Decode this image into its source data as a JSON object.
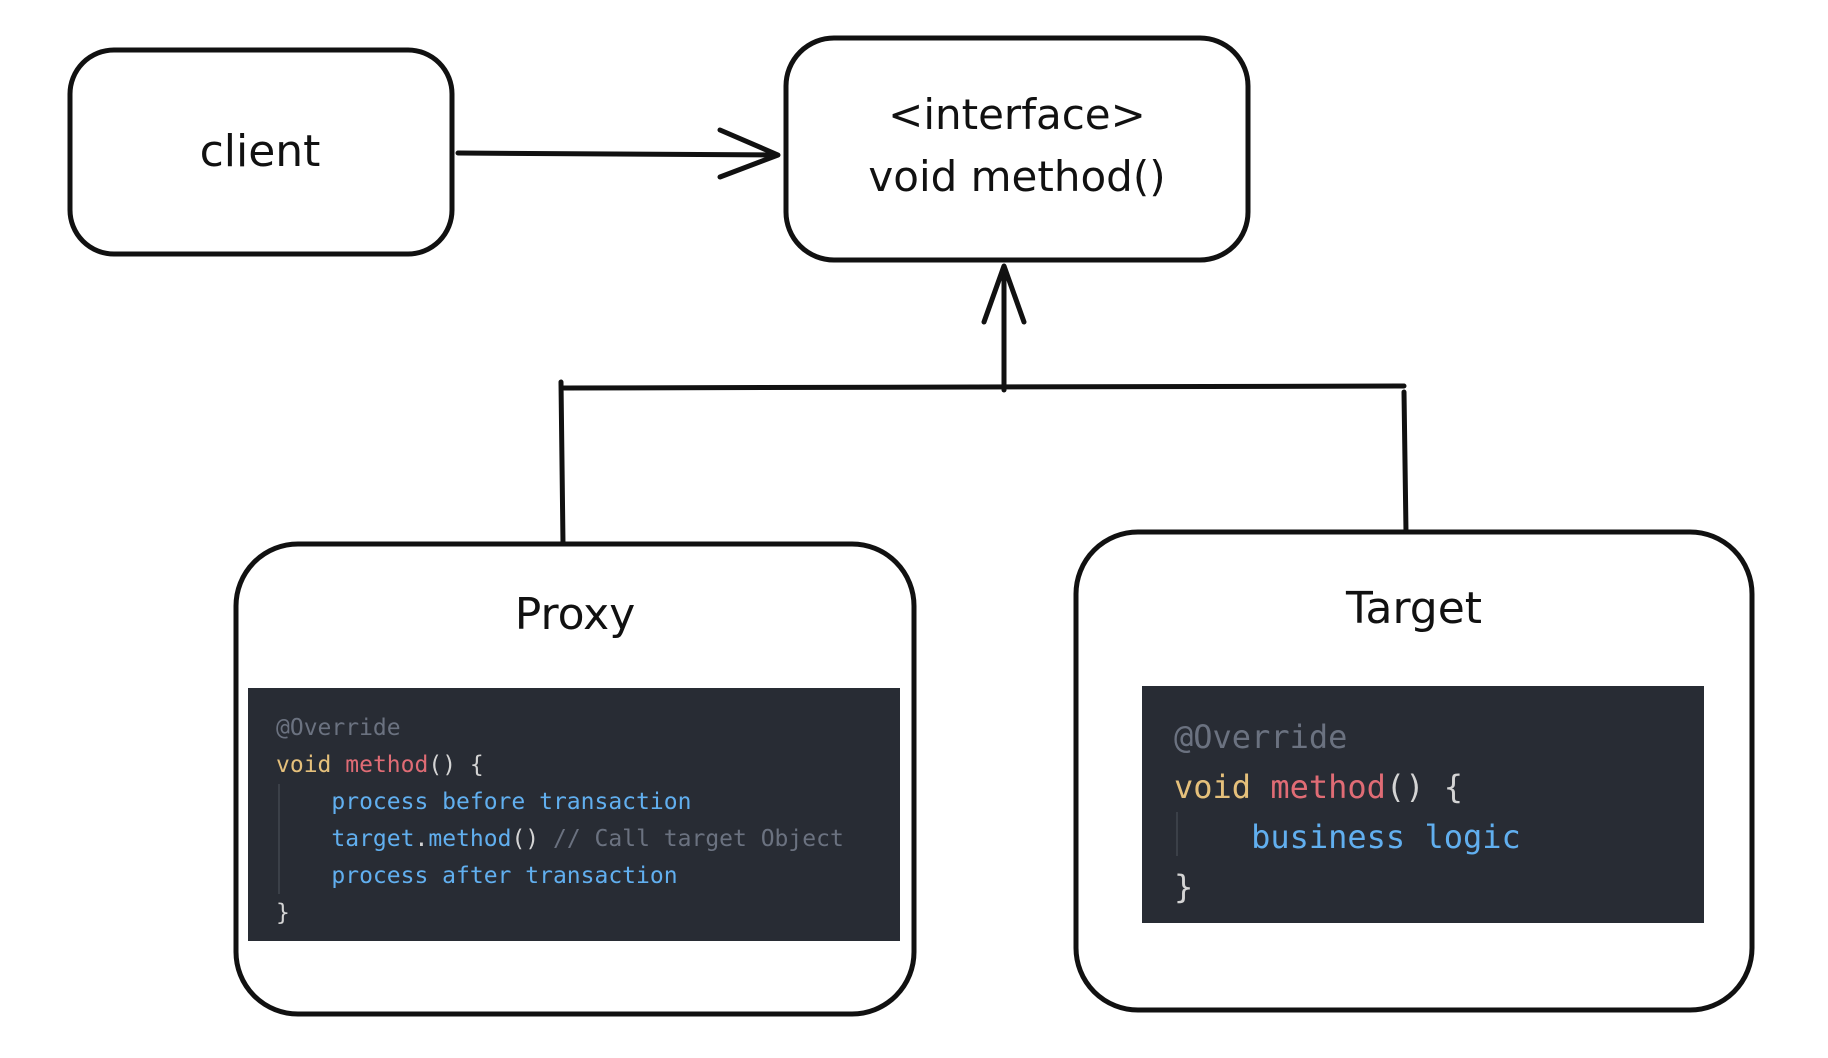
{
  "nodes": {
    "client": {
      "label": "client"
    },
    "interface": {
      "line1": "<interface>",
      "line2": "void method()"
    },
    "proxy": {
      "label": "Proxy"
    },
    "target": {
      "label": "Target"
    }
  },
  "proxy_code": {
    "annotation": "@Override",
    "signature": {
      "keyword": "void",
      "name": "method",
      "paren": "()",
      "brace": "{"
    },
    "body": [
      {
        "text": "process before transaction"
      },
      {
        "object": "target",
        "dot": ".",
        "call": "method",
        "paren": "()",
        "comment": "// Call target Object"
      },
      {
        "text": "process after transaction"
      }
    ],
    "closing": "}"
  },
  "target_code": {
    "annotation": "@Override",
    "signature": {
      "keyword": "void",
      "name": "method",
      "paren": "()",
      "brace": "{"
    },
    "body_text": "business logic",
    "closing": "}"
  },
  "colors": {
    "stroke": "#111111",
    "code_background": "#282c34",
    "annotation": "#6b7280",
    "keyword": "#e5c07b",
    "function": "#e06c75",
    "identifier": "#61afef"
  }
}
